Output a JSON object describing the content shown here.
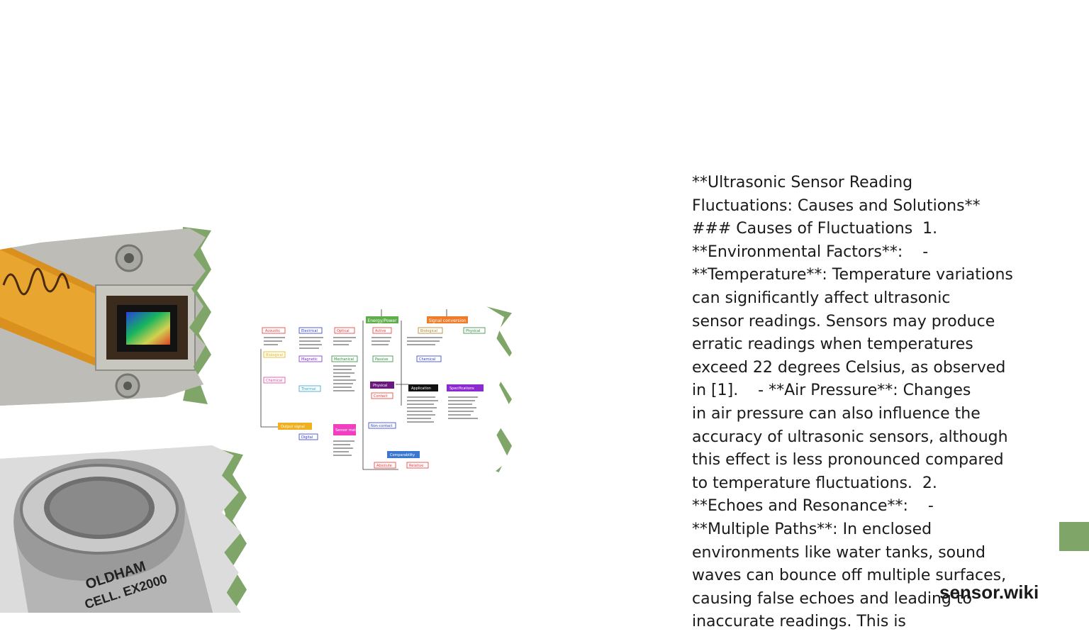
{
  "article": {
    "lines": [
      "**Ultrasonic Sensor Reading",
      "Fluctuations: Causes and Solutions**",
      "### Causes of Fluctuations  1.",
      "**Environmental Factors**:    -",
      "**Temperature**: Temperature variations",
      "can significantly affect ultrasonic",
      "sensor readings. Sensors may produce",
      "erratic readings when temperatures",
      "exceed 22 degrees Celsius, as observed",
      "in [1].    - **Air Pressure**: Changes",
      "in air pressure can also influence the",
      "accuracy of ultrasonic sensors, although",
      "this effect is less pronounced compared",
      "to temperature fluctuations.  2.",
      "**Echoes and Resonance**:    -",
      "**Multiple Paths**: In enclosed",
      "environments like water tanks, sound",
      "waves can bounce off multiple surfaces,",
      "causing false echoes and leading to",
      "inaccurate readings. This is"
    ]
  },
  "brand": "sensor.wiki",
  "gas_sensor_label": {
    "line1": "OLDHAM",
    "line2": "CELL. EX2000"
  },
  "diagram": {
    "top_boxes": [
      "Energy/Power",
      "Signal conversion"
    ],
    "left_col": [
      "Acoustic",
      "Biological",
      "Chemical"
    ],
    "col2": [
      "Electrical",
      "Magnetic",
      "Thermal"
    ],
    "col3": [
      "Optical",
      "Mechanical"
    ],
    "mid_col": [
      "Active",
      "Passive",
      "Physical",
      "Contact",
      "Non-contact"
    ],
    "right_col": [
      "Biological",
      "Physical",
      "Chemical",
      "Application",
      "Specifications"
    ],
    "bottom": [
      "Output signal",
      "Digital",
      "Sensor material",
      "Comparability",
      "Absolute",
      "Relative"
    ]
  },
  "colors": {
    "accent_green": "#7fa668",
    "text": "#1a1a1a"
  }
}
